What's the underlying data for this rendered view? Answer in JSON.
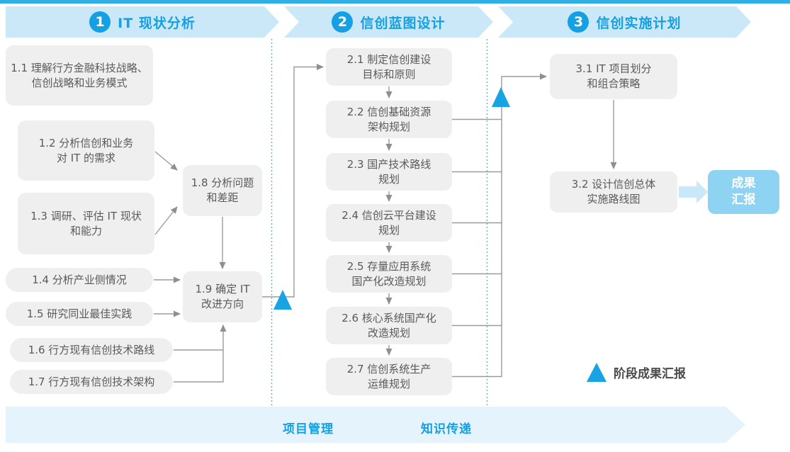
{
  "header": {
    "phases": [
      {
        "number": "1",
        "label": "IT 现状分析"
      },
      {
        "number": "2",
        "label": "信创蓝图设计"
      },
      {
        "number": "3",
        "label": "信创实施计划"
      }
    ]
  },
  "phase1": {
    "boxes": [
      {
        "label": "1.1 理解行方金融科技战略、\n信创战略和业务模式"
      },
      {
        "label": "1.2 分析信创和业务\n对 IT 的需求"
      },
      {
        "label": "1.3 调研、评估 IT 现状\n和能力"
      },
      {
        "label": "1.4 分析产业侧情况"
      },
      {
        "label": "1.5 研究同业最佳实践"
      },
      {
        "label": "1.6 行方现有信创技术路线"
      },
      {
        "label": "1.7 行方现有信创技术架构"
      },
      {
        "label": "1.8 分析问题\n和差距"
      },
      {
        "label": "1.9 确定 IT\n改进方向"
      }
    ]
  },
  "phase2": {
    "boxes": [
      {
        "label": "2.1 制定信创建设\n目标和原则"
      },
      {
        "label": "2.2 信创基础资源\n架构规划"
      },
      {
        "label": "2.3 国产技术路线\n规划"
      },
      {
        "label": "2.4 信创云平台建设\n规划"
      },
      {
        "label": "2.5 存量应用系统\n国产化改造规划"
      },
      {
        "label": "2.6 核心系统国产化\n改造规划"
      },
      {
        "label": "2.7 信创系统生产\n运维规划"
      }
    ]
  },
  "phase3": {
    "boxes": [
      {
        "label": "3.1 IT 项目划分\n和组合策略"
      },
      {
        "label": "3.2 设计信创总体\n实施路线图"
      }
    ],
    "result_box_label": "成果\n汇报"
  },
  "bottom_band": {
    "items": [
      "项目管理",
      "知识传递"
    ]
  },
  "legend": {
    "label": "阶段成果汇报"
  },
  "colors": {
    "accent_blue": "#14a0e2",
    "top_strip_blue": "#2eb0e7",
    "header_band_blue": "#cbe8f8",
    "bottom_band_blue": "#e4f3fc",
    "node_gray": "#efefef",
    "node_text_gray": "#5a5a5a",
    "connector_gray": "#9b9b9b",
    "dotted_separator_blue": "#56bce9",
    "milestone_triangle_blue": "#18a3e4",
    "result_box_blue": "#8ed3f2",
    "result_arrow_blue": "#c9e9fa"
  }
}
